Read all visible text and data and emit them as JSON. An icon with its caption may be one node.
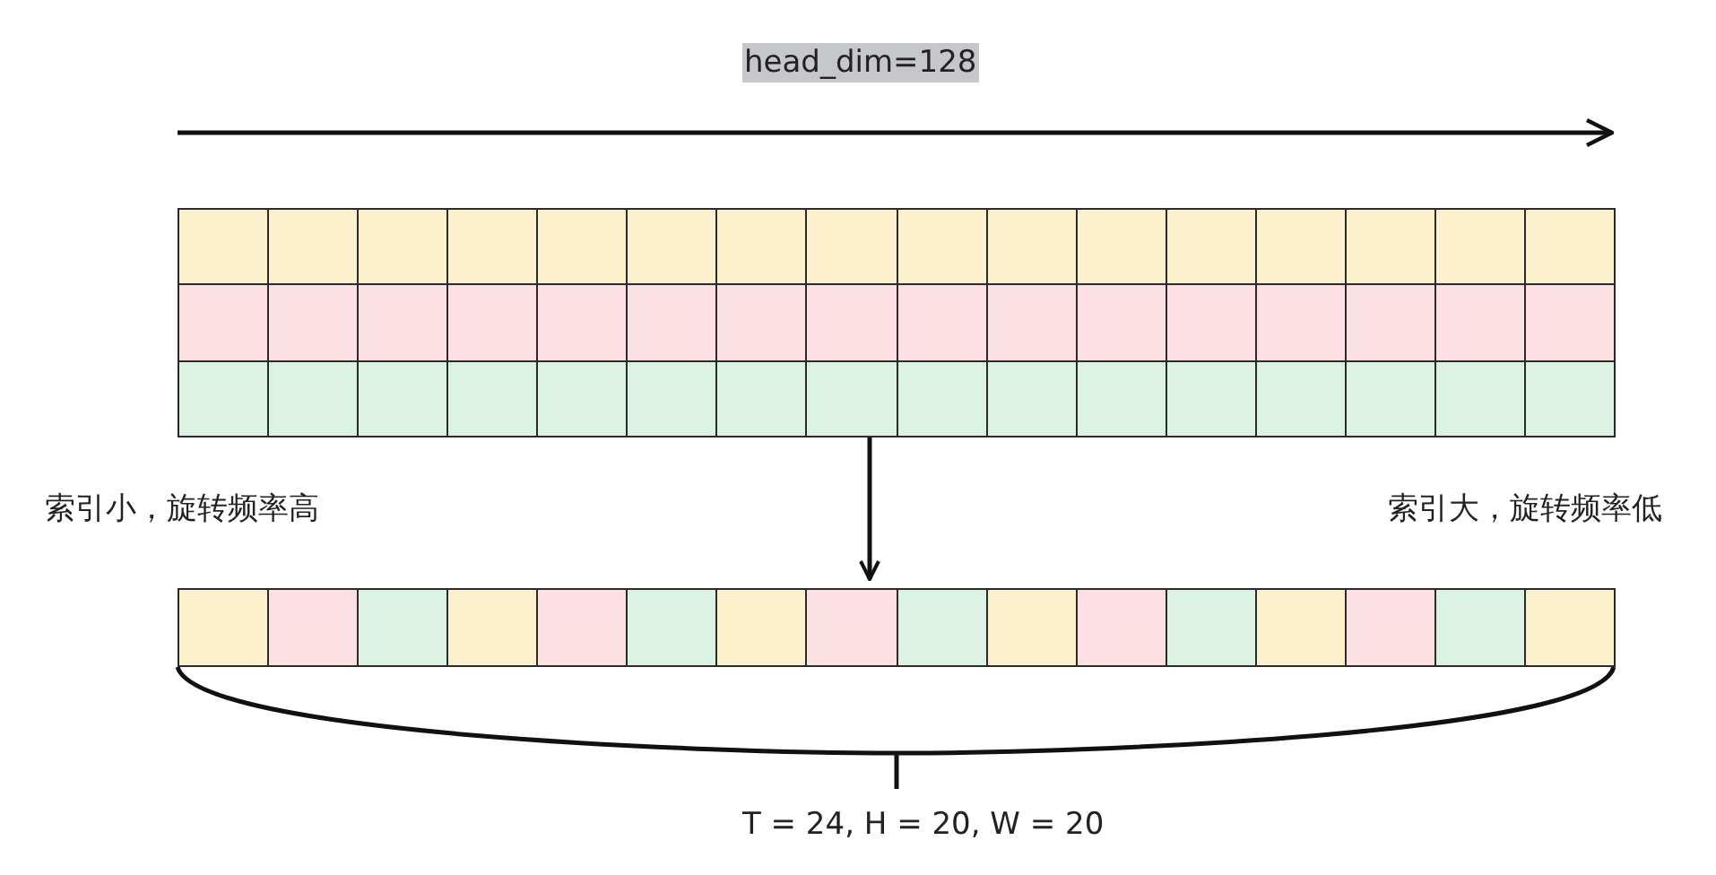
{
  "diagram": {
    "nodes": [
      {
        "text": [],
        "shape": "box"
      },
      {
        "text": [],
        "shape": "box"
      }
    ],
    "edges": [
      {
        "from": 0,
        "to": 1,
        "arrow": "to"
      }
    ],
    "labels": [
      "head_dim=128",
      "索引小，旋转频率高",
      "索引大，旋转频率低",
      "T = 24, H = 20, W = 20"
    ]
  }
}
